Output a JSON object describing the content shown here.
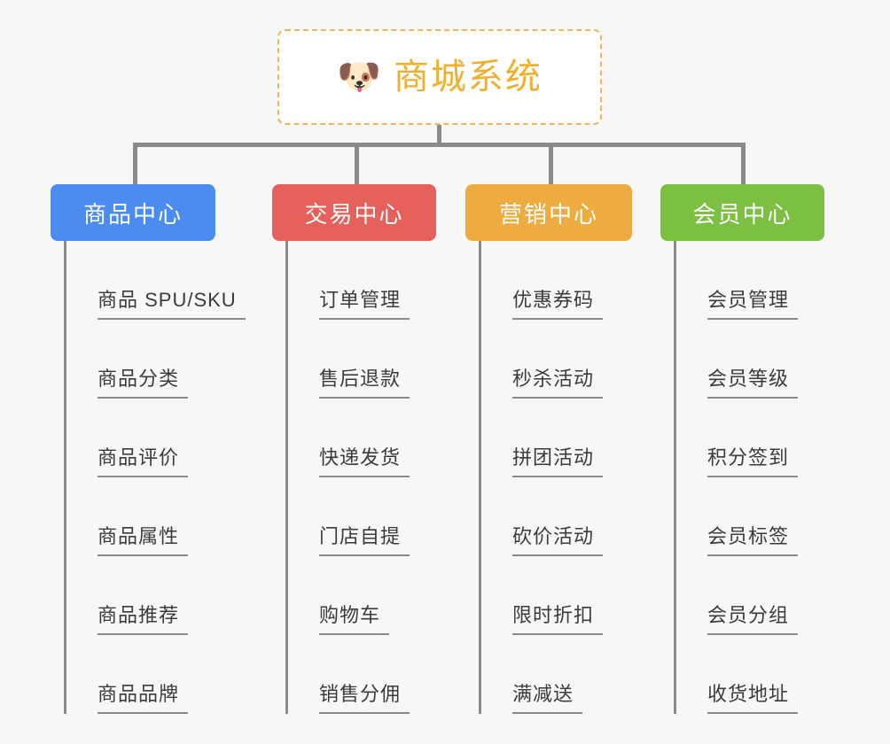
{
  "diagram": {
    "type": "mindmap",
    "title": "商城系统",
    "background_color": "#f7f7f7",
    "root": {
      "label": "商城系统",
      "icon": "shiba-dog-emoji",
      "emoji": "🐶",
      "text_color": "#f0b02f",
      "border_color": "#f0b45c",
      "border_style": "dashed",
      "background_color": "#ffffff"
    },
    "connector_color": "#8a8a8a",
    "branches": [
      {
        "label": "商品中心",
        "color": "#4a8cf0",
        "text_color": "#ffffff",
        "items": [
          "商品 SPU/SKU",
          "商品分类",
          "商品评价",
          "商品属性",
          "商品推荐",
          "商品品牌"
        ]
      },
      {
        "label": "交易中心",
        "color": "#e6605c",
        "text_color": "#ffffff",
        "items": [
          "订单管理",
          "售后退款",
          "快递发货",
          "门店自提",
          "购物车",
          "销售分佣"
        ]
      },
      {
        "label": "营销中心",
        "color": "#eeab40",
        "text_color": "#ffffff",
        "items": [
          "优惠券码",
          "秒杀活动",
          "拼团活动",
          "砍价活动",
          "限时折扣",
          "满减送"
        ]
      },
      {
        "label": "会员中心",
        "color": "#7cc043",
        "text_color": "#ffffff",
        "items": [
          "会员管理",
          "会员等级",
          "积分签到",
          "会员标签",
          "会员分组",
          "收货地址"
        ]
      }
    ]
  }
}
